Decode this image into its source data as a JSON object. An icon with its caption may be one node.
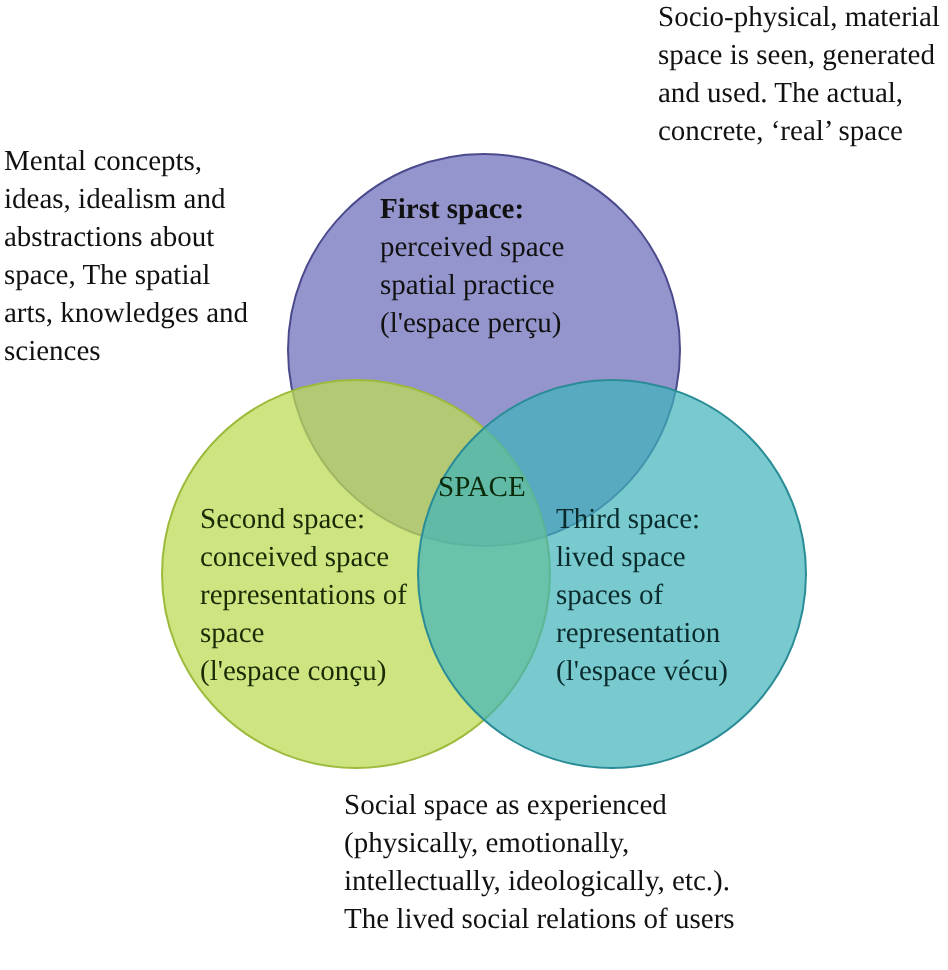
{
  "diagram": {
    "nodes": [
      {
        "text": [
          "First space:",
          "perceived space",
          "spatial practice",
          "(l'espace perçu)"
        ]
      },
      {
        "text": [
          "Second space:",
          "conceived space",
          "representations of space",
          "(l'espace conçu)"
        ]
      },
      {
        "text": [
          "Third space:",
          "lived space",
          "spaces of representation",
          "(l'espace vécu)"
        ]
      }
    ],
    "edges": [],
    "labels": [
      "Socio-physical, material space is seen, generated and used. The actual, concrete, ‘real’ space",
      "Mental concepts, ideas, idealism and abstractions about space, The spatial arts, knowledges and sciences",
      "SPACE",
      "Social space as experienced (physically, emotionally, intellectually, ideologically, etc.). The lived social relations of users"
    ]
  }
}
